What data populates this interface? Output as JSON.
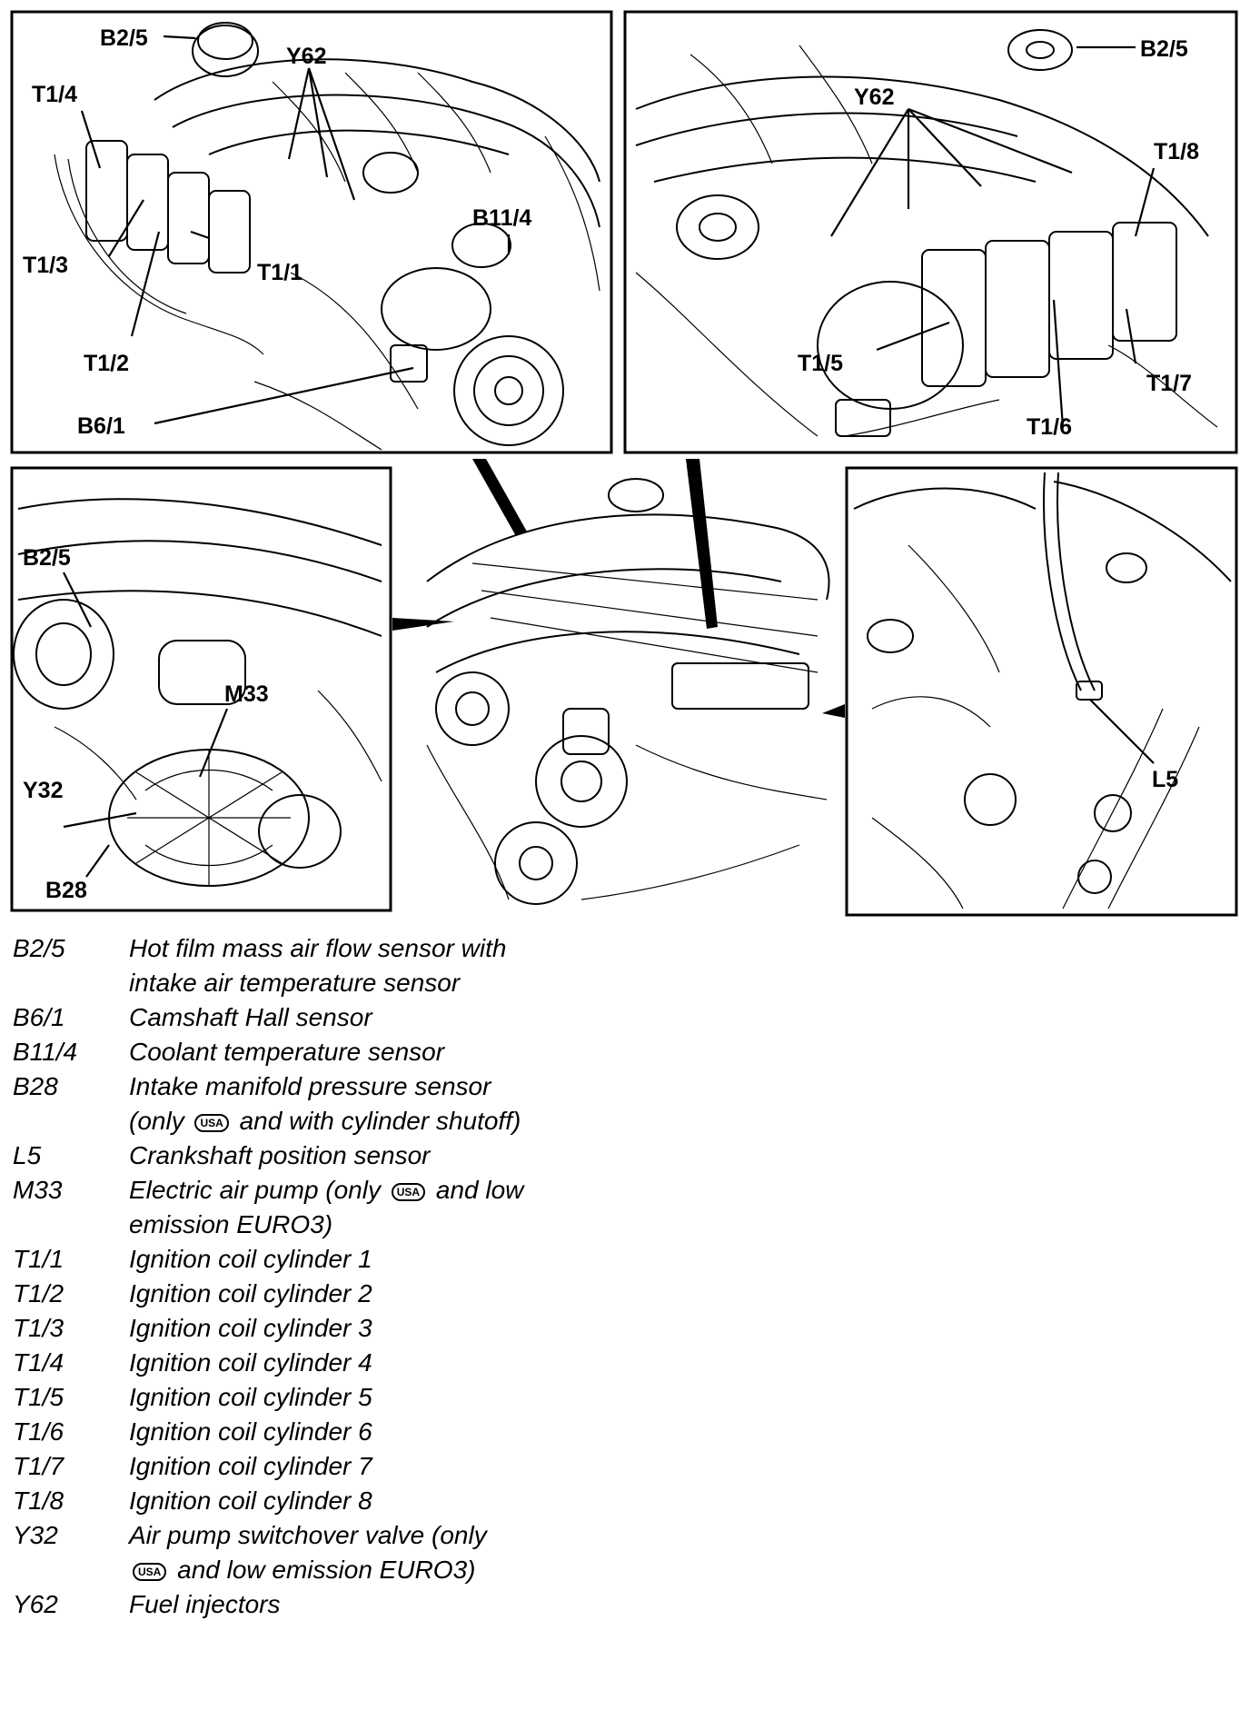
{
  "callouts": {
    "top_left": [
      "B2/5",
      "Y62",
      "T1/4",
      "B11/4",
      "T1/1",
      "T1/3",
      "T1/2",
      "B6/1"
    ],
    "top_right": [
      "B2/5",
      "Y62",
      "T1/8",
      "T1/5",
      "T1/7",
      "T1/6"
    ],
    "bottom_left": [
      "B2/5",
      "M33",
      "Y32",
      "B28"
    ],
    "bottom_right": [
      "L5"
    ]
  },
  "legend": [
    {
      "code": "B2/5",
      "desc": "Hot film mass air flow sensor with\nintake air temperature sensor"
    },
    {
      "code": "B6/1",
      "desc": "Camshaft Hall sensor"
    },
    {
      "code": "B11/4",
      "desc": "Coolant temperature sensor"
    },
    {
      "code": "B28",
      "desc": "Intake manifold pressure sensor\n (only [USA] and with cylinder shutoff)"
    },
    {
      "code": "L5",
      "desc": "Crankshaft position sensor"
    },
    {
      "code": "M33",
      "desc": "Electric air pump (only [USA] and low\nemission EURO3)"
    },
    {
      "code": "T1/1",
      "desc": "Ignition coil cylinder 1"
    },
    {
      "code": "T1/2",
      "desc": "Ignition coil cylinder 2"
    },
    {
      "code": "T1/3",
      "desc": "Ignition coil cylinder 3"
    },
    {
      "code": "T1/4",
      "desc": "Ignition coil cylinder 4"
    },
    {
      "code": "T1/5",
      "desc": "Ignition coil cylinder 5"
    },
    {
      "code": "T1/6",
      "desc": "Ignition coil cylinder 6"
    },
    {
      "code": "T1/7",
      "desc": "Ignition coil cylinder 7"
    },
    {
      "code": "T1/8",
      "desc": "Ignition coil cylinder 8"
    },
    {
      "code": "Y32",
      "desc": "Air pump switchover valve (only\n[USA] and low emission EURO3)"
    },
    {
      "code": "Y62",
      "desc": "Fuel injectors"
    }
  ],
  "usa_mark": "USA"
}
